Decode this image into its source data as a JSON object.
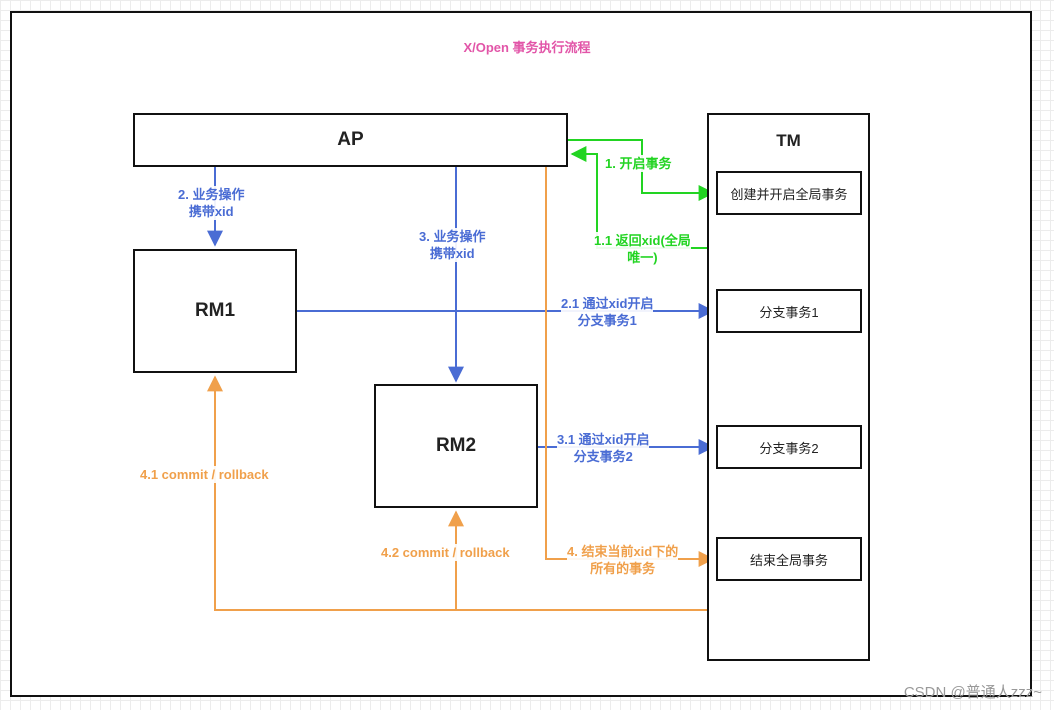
{
  "title": "X/Open 事务执行流程",
  "nodes": {
    "ap": "AP",
    "rm1": "RM1",
    "rm2": "RM2",
    "tm": "TM",
    "create_global": "创建并开启全局事务",
    "branch1": "分支事务1",
    "branch2": "分支事务2",
    "end_global": "结束全局事务"
  },
  "edges": {
    "start_tx": "1. 开启事务",
    "return_xid": "1.1 返回xid(全局\n唯一)",
    "op_rm1": "2. 业务操作\n携带xid",
    "op_rm2": "3. 业务操作\n携带xid",
    "branch1_open": "2.1 通过xid开启\n分支事务1",
    "branch2_open": "3.1 通过xid开启\n分支事务2",
    "end_all": "4. 结束当前xid下的\n所有的事务",
    "commit_rm1": "4.1 commit / rollback",
    "commit_rm2": "4.2 commit / rollback"
  },
  "colors": {
    "title": "#e255a8",
    "blue": "#4a6cd4",
    "green": "#22d422",
    "orange": "#f0a04b"
  },
  "watermark": "CSDN @普通人zzz~"
}
